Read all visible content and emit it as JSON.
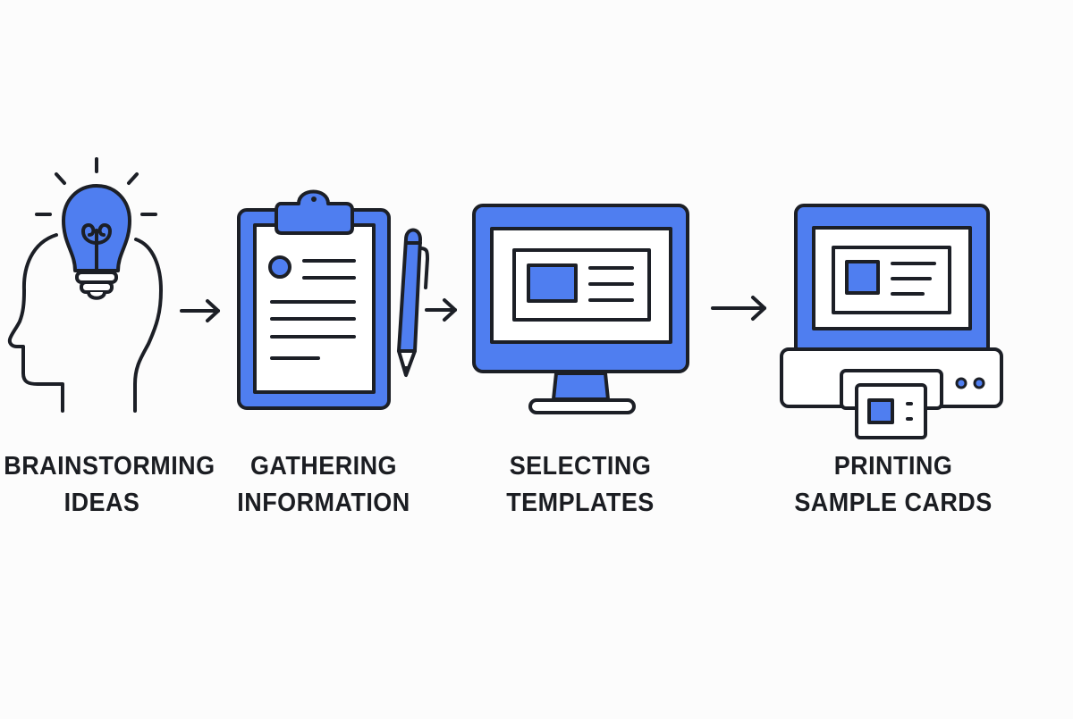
{
  "colors": {
    "accent": "#4f7ef0",
    "stroke": "#1c1f26",
    "background": "#fcfcfc",
    "paper": "#ffffff"
  },
  "steps": [
    {
      "id": "brainstorming",
      "icon": "head-lightbulb-icon",
      "line1": "BRAINSTORMING",
      "line2": "IDEAS"
    },
    {
      "id": "gathering",
      "icon": "clipboard-pen-icon",
      "line1": "GATHERING",
      "line2": "INFORMATION"
    },
    {
      "id": "selecting",
      "icon": "monitor-template-icon",
      "line1": "SELECTING",
      "line2": "TEMPLATES"
    },
    {
      "id": "printing",
      "icon": "printer-card-icon",
      "line1": "PRINTING",
      "line2": "SAMPLE CARDS"
    }
  ],
  "arrows": [
    {
      "from": "brainstorming",
      "to": "gathering",
      "icon": "arrow-right-icon"
    },
    {
      "from": "gathering",
      "to": "selecting",
      "icon": "arrow-right-icon"
    },
    {
      "from": "selecting",
      "to": "printing",
      "icon": "arrow-right-icon"
    }
  ]
}
